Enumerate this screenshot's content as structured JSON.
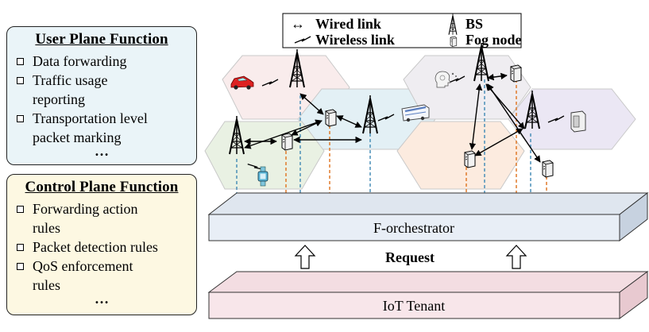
{
  "user_plane": {
    "title": "User Plane Function",
    "items": [
      "Data forwarding",
      "Traffic usage",
      "reporting",
      "Transportation level",
      "packet marking"
    ],
    "ellipsis": "…"
  },
  "control_plane": {
    "title": "Control Plane Function",
    "items": [
      "Forwarding action",
      "rules",
      "Packet detection rules",
      "QoS enforcement",
      "rules"
    ],
    "ellipsis": "…"
  },
  "legend": {
    "wired": "Wired link",
    "wireless": "Wireless link",
    "bs": "BS",
    "fog": "Fog node",
    "wired_symbol": "↔"
  },
  "orchestrator": "F-orchestrator",
  "request": "Request",
  "tenant": "IoT Tenant",
  "colors": {
    "user_panel": "#eaf4f8",
    "control_panel": "#fdf8e2",
    "orchestrator_top": "#e8eef6",
    "tenant_top": "#f8e6ea",
    "hex_pink": "#f9ecec",
    "hex_green": "#e9f1e3",
    "hex_blue": "#e3f0f5",
    "hex_gray": "#efedf1",
    "hex_orange": "#fcebdf",
    "hex_purple": "#ebe7f4",
    "dash_blue": "#4a8fb8",
    "dash_orange": "#e07a2a"
  }
}
